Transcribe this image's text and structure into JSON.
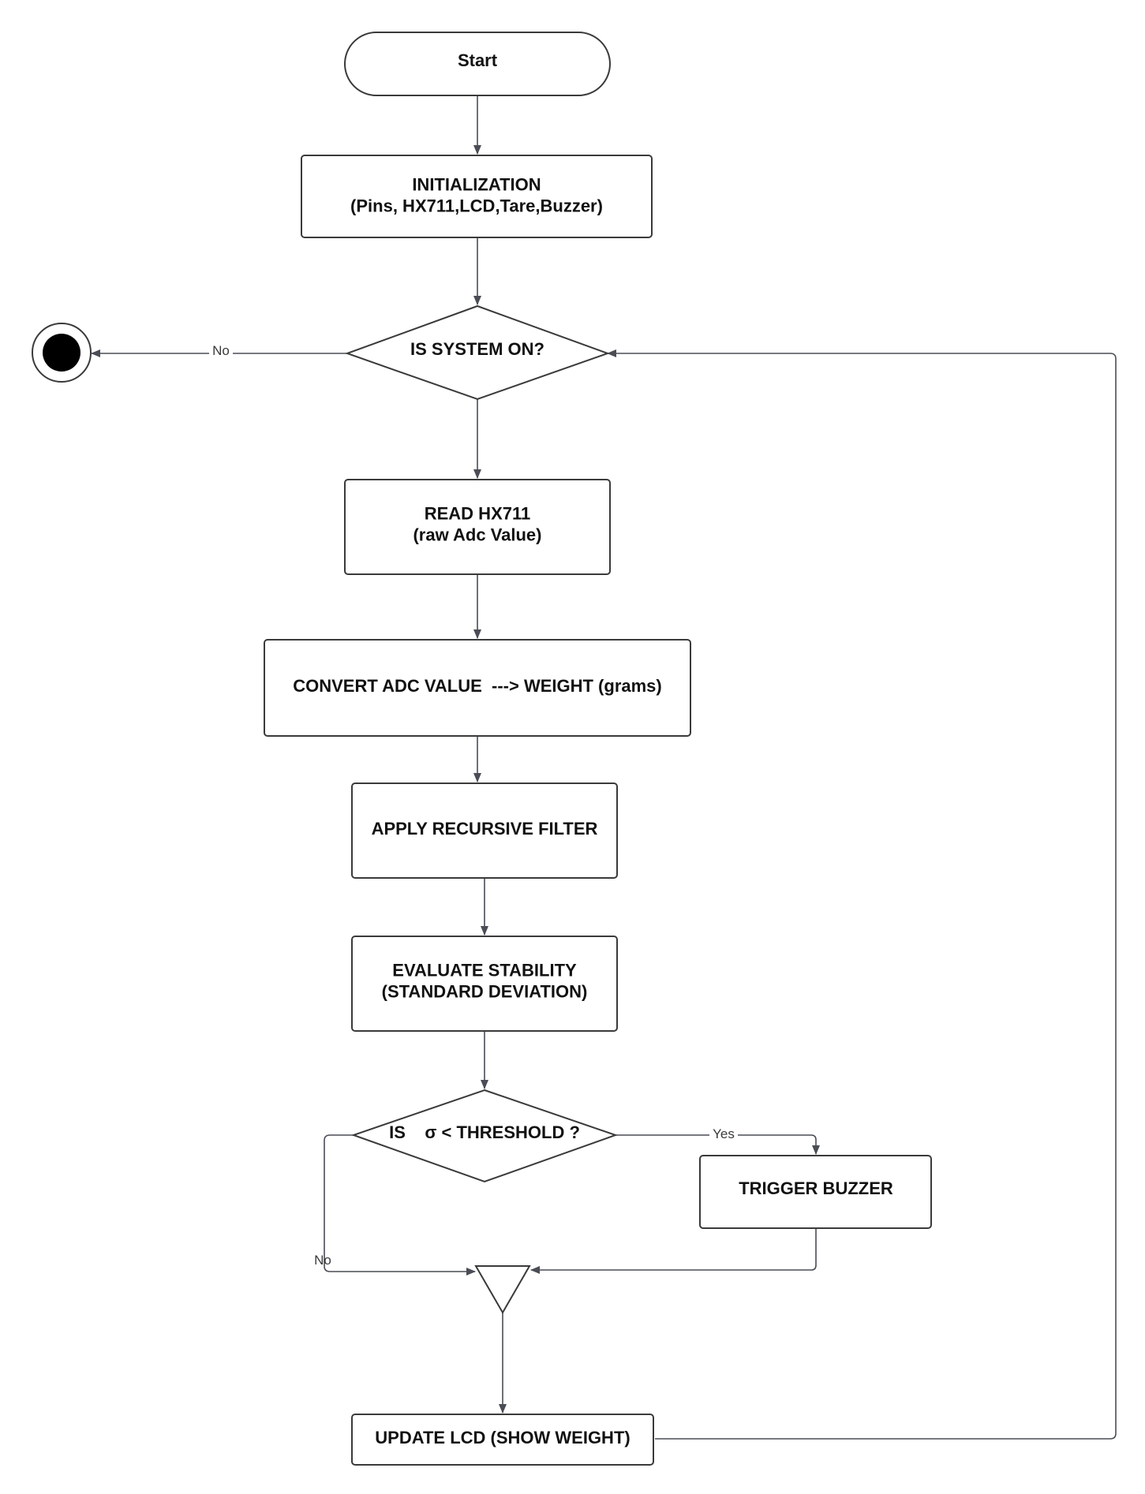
{
  "nodes": {
    "start": {
      "lines": [
        "Start"
      ]
    },
    "init": {
      "lines": [
        "INITIALIZATION",
        "(Pins, HX711,LCD,Tare,Buzzer)"
      ]
    },
    "system_on": {
      "lines": [
        "IS SYSTEM ON?"
      ]
    },
    "read": {
      "lines": [
        "READ HX711",
        "(raw Adc Value)"
      ]
    },
    "convert": {
      "lines": [
        "CONVERT ADC VALUE  ---> WEIGHT (grams)"
      ]
    },
    "filter": {
      "lines": [
        "APPLY RECURSIVE FILTER"
      ]
    },
    "stability": {
      "lines": [
        "EVALUATE STABILITY",
        "(STANDARD DEVIATION)"
      ]
    },
    "threshold": {
      "lines": [
        "IS    σ < THRESHOLD ?"
      ]
    },
    "buzzer": {
      "lines": [
        "TRIGGER BUZZER"
      ]
    },
    "update_lcd": {
      "lines": [
        "UPDATE LCD (SHOW WEIGHT)"
      ]
    }
  },
  "edge_labels": {
    "system_off_no": "No",
    "threshold_yes": "Yes",
    "threshold_no": "No"
  }
}
